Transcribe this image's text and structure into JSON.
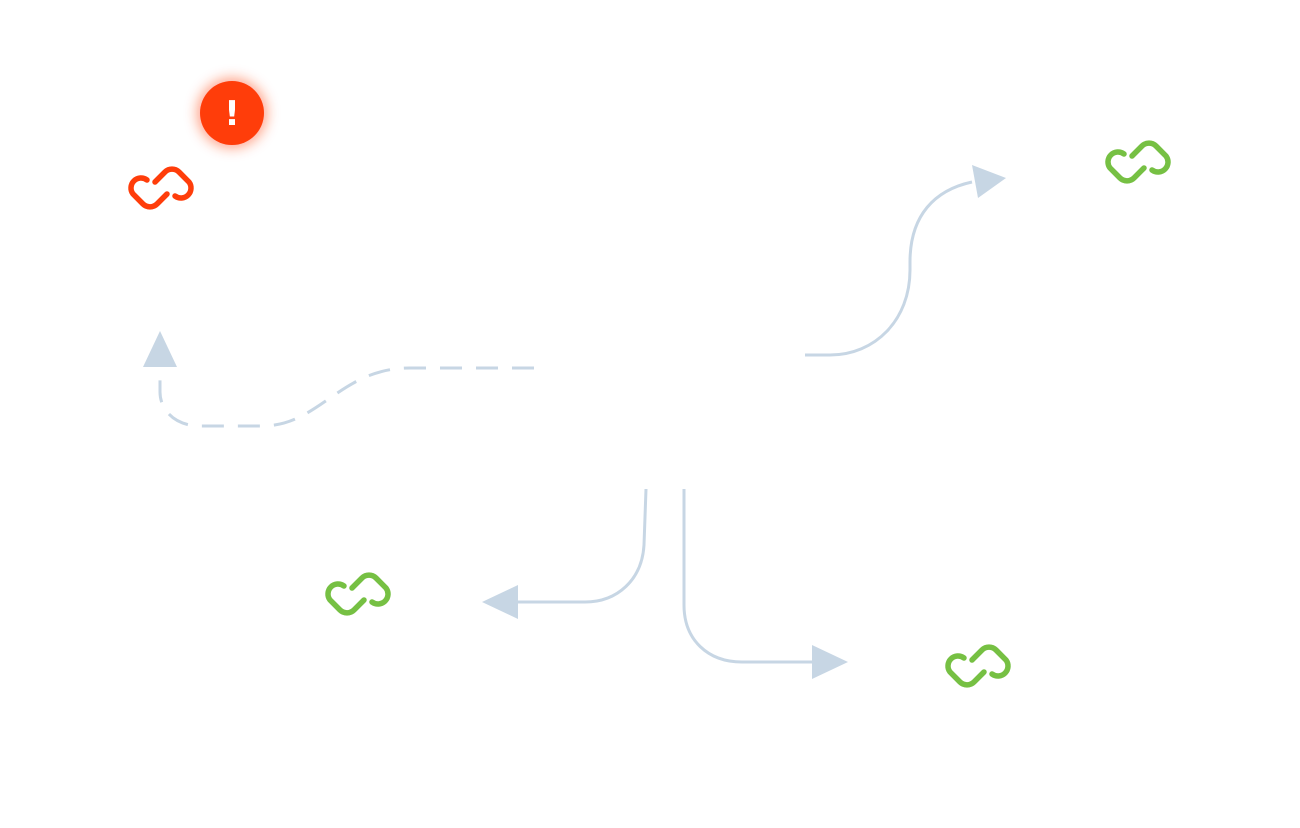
{
  "colors": {
    "connector": "#c7d6e4",
    "link_ok": "#76c043",
    "link_broken": "#ff3d0a",
    "alert_badge": "#ff3d0a",
    "alert_text": "#ffffff"
  },
  "alert": {
    "text": "!"
  },
  "nodes": [
    {
      "name": "link-node-broken",
      "icon": "link-icon",
      "status": "broken"
    },
    {
      "name": "link-node-top-right",
      "icon": "link-icon",
      "status": "ok"
    },
    {
      "name": "link-node-bottom-left",
      "icon": "link-icon",
      "status": "ok"
    },
    {
      "name": "link-node-bottom-right",
      "icon": "link-icon",
      "status": "ok"
    }
  ],
  "connectors": [
    {
      "name": "connector-to-broken-link",
      "style": "dashed"
    },
    {
      "name": "connector-to-top-right-link",
      "style": "solid"
    },
    {
      "name": "connector-to-bottom-left-link",
      "style": "solid"
    },
    {
      "name": "connector-to-bottom-right-link",
      "style": "solid"
    }
  ]
}
